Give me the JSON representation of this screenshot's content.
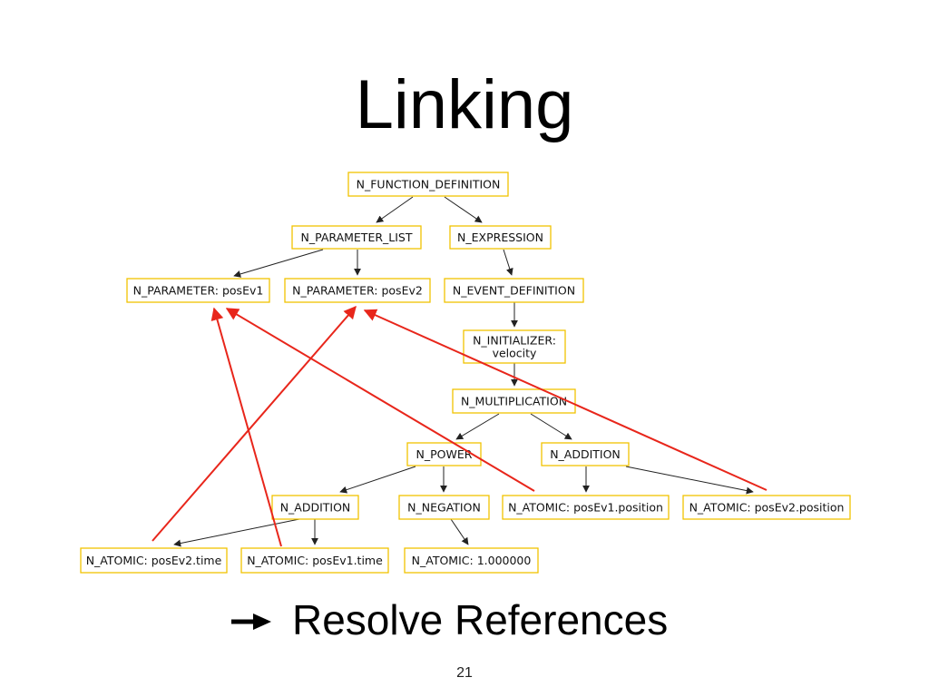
{
  "slide": {
    "title": "Linking",
    "subtitle": "Resolve References",
    "page_number": "21"
  },
  "nodes": {
    "fn_def": {
      "line1": "N_FUNCTION_DEFINITION",
      "line2": ""
    },
    "param_list": {
      "line1": "N_PARAMETER_LIST",
      "line2": ""
    },
    "expression": {
      "line1": "N_EXPRESSION",
      "line2": ""
    },
    "param_ev1": {
      "line1": "N_PARAMETER: posEv1",
      "line2": ""
    },
    "param_ev2": {
      "line1": "N_PARAMETER: posEv2",
      "line2": ""
    },
    "event_def": {
      "line1": "N_EVENT_DEFINITION",
      "line2": ""
    },
    "initializer": {
      "line1": "N_INITIALIZER:",
      "line2": "velocity"
    },
    "multiplication": {
      "line1": "N_MULTIPLICATION",
      "line2": ""
    },
    "power": {
      "line1": "N_POWER",
      "line2": ""
    },
    "addition_top": {
      "line1": "N_ADDITION",
      "line2": ""
    },
    "addition_left": {
      "line1": "N_ADDITION",
      "line2": ""
    },
    "negation": {
      "line1": "N_NEGATION",
      "line2": ""
    },
    "atomic_ev1_pos": {
      "line1": "N_ATOMIC: posEv1.position",
      "line2": ""
    },
    "atomic_ev2_pos": {
      "line1": "N_ATOMIC: posEv2.position",
      "line2": ""
    },
    "atomic_ev2_time": {
      "line1": "N_ATOMIC: posEv2.time",
      "line2": ""
    },
    "atomic_ev1_time": {
      "line1": "N_ATOMIC: posEv1.time",
      "line2": ""
    },
    "atomic_const": {
      "line1": "N_ATOMIC: 1.000000",
      "line2": ""
    }
  },
  "edges": [
    [
      "fn_def",
      "param_list"
    ],
    [
      "fn_def",
      "expression"
    ],
    [
      "param_list",
      "param_ev1"
    ],
    [
      "param_list",
      "param_ev2"
    ],
    [
      "expression",
      "event_def"
    ],
    [
      "event_def",
      "initializer"
    ],
    [
      "initializer",
      "multiplication"
    ],
    [
      "multiplication",
      "power"
    ],
    [
      "multiplication",
      "addition_top"
    ],
    [
      "power",
      "addition_left"
    ],
    [
      "power",
      "negation"
    ],
    [
      "addition_top",
      "atomic_ev1_pos"
    ],
    [
      "addition_top",
      "atomic_ev2_pos"
    ],
    [
      "addition_left",
      "atomic_ev2_time"
    ],
    [
      "addition_left",
      "atomic_ev1_time"
    ],
    [
      "negation",
      "atomic_const"
    ]
  ],
  "references": [
    [
      "atomic_ev1_time",
      "param_ev1"
    ],
    [
      "atomic_ev1_pos",
      "param_ev1"
    ],
    [
      "atomic_ev2_time",
      "param_ev2"
    ],
    [
      "atomic_ev2_pos",
      "param_ev2"
    ]
  ],
  "colors": {
    "node_border": "#f2c200",
    "edge": "#222222",
    "reference_arrow": "#e8261b"
  }
}
